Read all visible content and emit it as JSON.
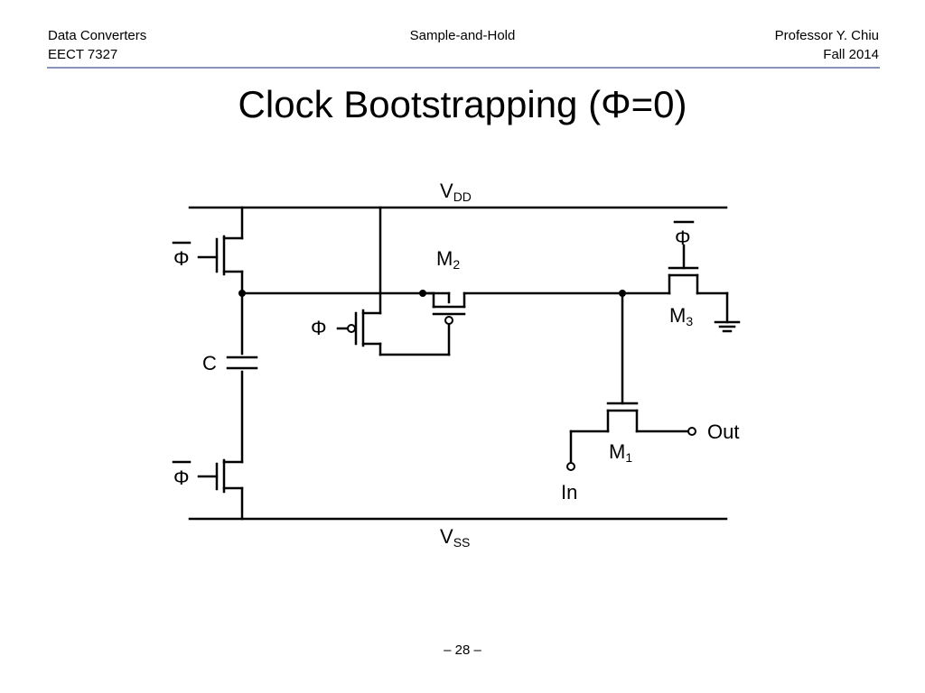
{
  "header": {
    "left_line1": "Data Converters",
    "left_line2": "EECT 7327",
    "center": "Sample-and-Hold",
    "right_line1": "Professor Y. Chiu",
    "right_line2": "Fall 2014"
  },
  "title": "Clock Bootstrapping (Φ=0)",
  "page_number": "– 28 –",
  "circuit": {
    "vdd": {
      "main": "V",
      "sub": "DD"
    },
    "vss": {
      "main": "V",
      "sub": "SS"
    },
    "capacitor_label": "C",
    "phi": "Φ",
    "m1": {
      "main": "M",
      "sub": "1"
    },
    "m2": {
      "main": "M",
      "sub": "2"
    },
    "m3": {
      "main": "M",
      "sub": "3"
    },
    "input_label": "In",
    "output_label": "Out"
  }
}
